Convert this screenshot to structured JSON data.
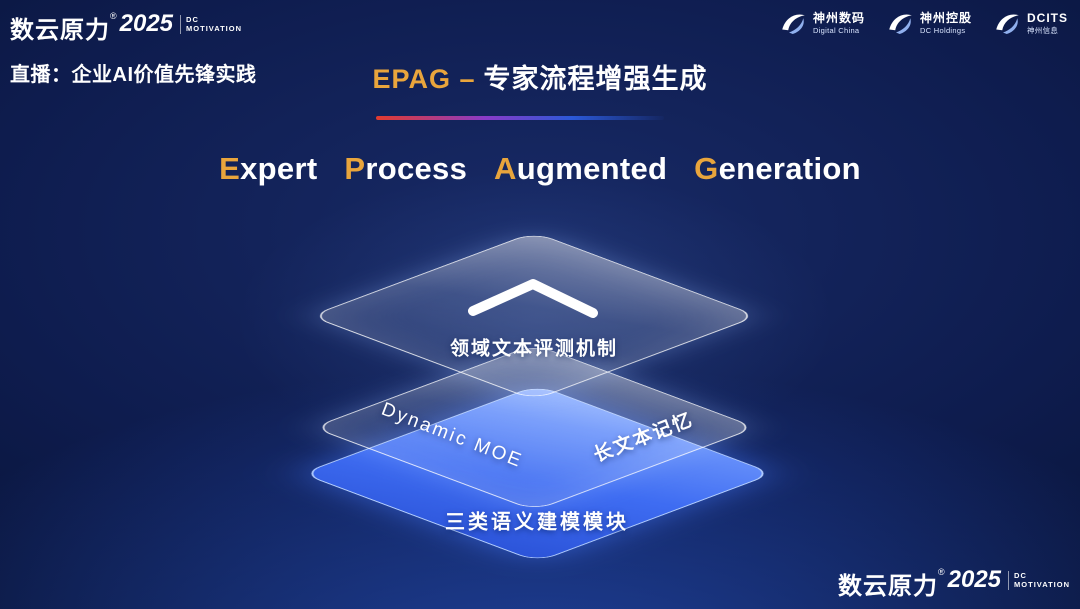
{
  "brand": {
    "logo_text": "数云原力",
    "reg_mark": "®",
    "year": "2025",
    "sub_line1": "DC",
    "sub_line2": "MOTIVATION"
  },
  "header": {
    "live_label": "直播：企业AI价值先锋实践",
    "title_abbr": "EPAG –",
    "title_cn": "专家流程增强生成"
  },
  "subtitle": {
    "words": [
      {
        "initial": "E",
        "rest": "xpert"
      },
      {
        "initial": "P",
        "rest": "rocess"
      },
      {
        "initial": "A",
        "rest": "ugmented"
      },
      {
        "initial": "G",
        "rest": "eneration"
      }
    ]
  },
  "partners": [
    {
      "line1": "神州数码",
      "line2": "Digital China"
    },
    {
      "line1": "神州控股",
      "line2": "DC Holdings"
    },
    {
      "line1": "DCITS",
      "line2": "神州信息"
    }
  ],
  "diagram": {
    "type": "layered-stack",
    "layers": [
      {
        "name": "evaluation",
        "label": "领域文本评测机制"
      },
      {
        "name": "middle",
        "label_left": "Dynamic MOE",
        "label_right": "长文本记忆"
      },
      {
        "name": "semantic",
        "label": "三类语义建模模块"
      }
    ]
  },
  "colors": {
    "gold": "#E9A53C",
    "layer_blue": "#3A67F0",
    "divider_red": "#E23B2E",
    "background": "#0E1C4E"
  }
}
